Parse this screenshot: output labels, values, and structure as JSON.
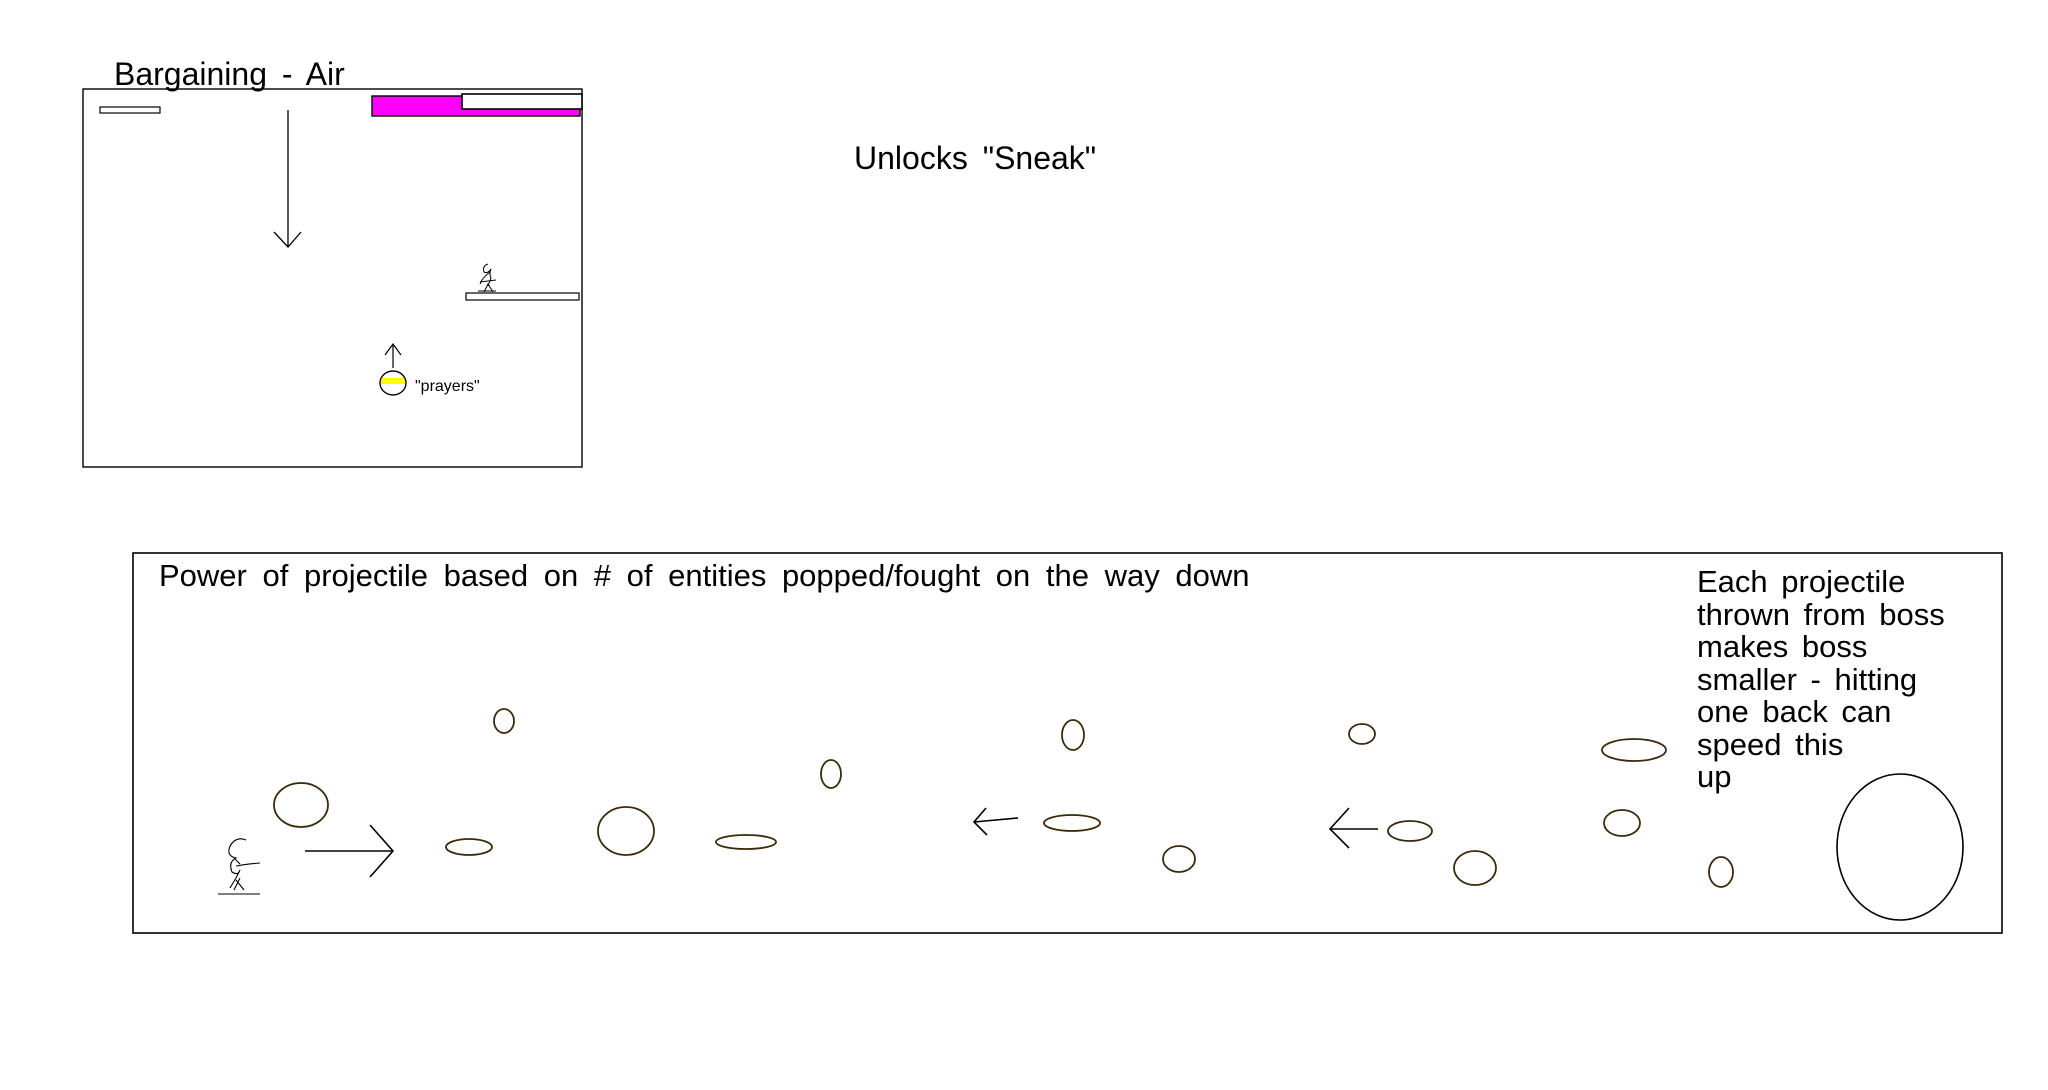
{
  "top_panel": {
    "title": "Bargaining  -  Air",
    "bubble_label": "\"prayers\""
  },
  "unlock_text": "Unlocks  \"Sneak\"",
  "bottom_panel": {
    "heading": "Power  of  projectile  based  on  #  of  entities  popped/fought  on  the  way  down",
    "side_note": "Each  projectile\nthrown  from  boss\nmakes  boss\nsmaller  -  hitting\none  back  can\nspeed  this\nup"
  },
  "colors": {
    "health_bar_fill": "#ff00ff",
    "prayer_bubble_fill": "#ffff00",
    "orb_stroke": "#3a2a0a",
    "orb_highlight": "#ffffcc"
  },
  "icons": [
    "stick-figure-icon",
    "arrow-down-icon",
    "arrow-up-icon",
    "arrow-right-icon",
    "arrow-left-icon",
    "boss-circle-icon"
  ]
}
